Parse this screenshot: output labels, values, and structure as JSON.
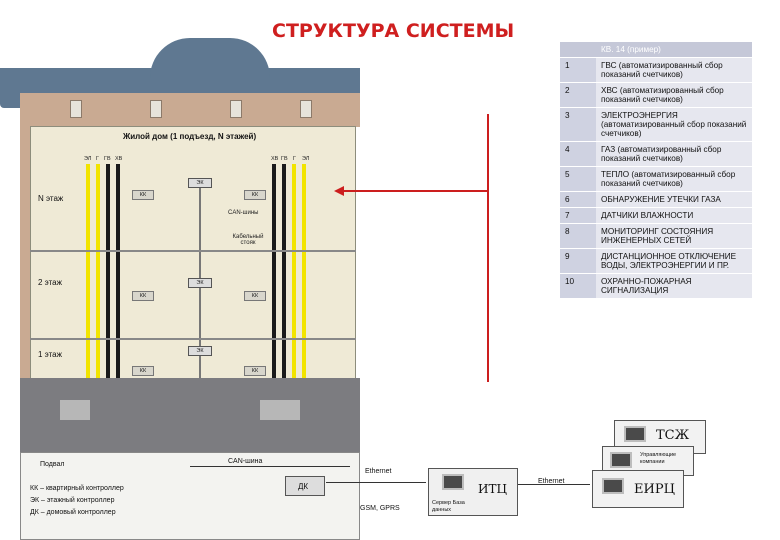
{
  "title": "СТРУКТУРА СИСТЕМЫ",
  "house": {
    "heading": "Жилой дом (1 подъезд, N этажей)",
    "floors": [
      "N этаж",
      "2 этаж",
      "1 этаж"
    ],
    "box_kk": "КК",
    "box_ek": "ЭК",
    "can_bus": "CAN-шины",
    "cable_riser": "Кабельный стояк",
    "riser_labels": [
      "ЭЛ",
      "Г",
      "ГВ",
      "ХВ"
    ],
    "entrance": "Подвал",
    "legend": [
      "КК – квартирный контроллер",
      "ЭК – этажный контроллер",
      "ДК – домовый контроллер"
    ]
  },
  "network": {
    "can_bus": "CAN-шина",
    "dk": "ДК",
    "ethernet_1": "Ethernet",
    "gsm": "GSM, GPRS",
    "itc": "ИТЦ",
    "server_caption": "Сервер База данных",
    "ethernet_2": "Ethernet",
    "tszh": "ТСЖ",
    "uk": "Управляющие компании",
    "eirc": "ЕИРЦ"
  },
  "table": {
    "header": "КВ. 14 (пример)",
    "rows": [
      {
        "num": "1",
        "text": "ГВС (автоматизированный сбор показаний счетчиков)"
      },
      {
        "num": "2",
        "text": "ХВС (автоматизированный сбор показаний счетчиков)"
      },
      {
        "num": "3",
        "text": "ЭЛЕКТРОЭНЕРГИЯ (автоматизированный сбор показаний счетчиков)"
      },
      {
        "num": "4",
        "text": "ГАЗ (автоматизированный сбор показаний счетчиков)"
      },
      {
        "num": "5",
        "text": "ТЕПЛО (автоматизированный сбор показаний счетчиков)"
      },
      {
        "num": "6",
        "text": "ОБНАРУЖЕНИЕ УТЕЧКИ ГАЗА"
      },
      {
        "num": "7",
        "text": "ДАТЧИКИ ВЛАЖНОСТИ"
      },
      {
        "num": "8",
        "text": "МОНИТОРИНГ СОСТОЯНИЯ ИНЖЕНЕРНЫХ СЕТЕЙ"
      },
      {
        "num": "9",
        "text": "ДИСТАНЦИОННОЕ ОТКЛЮЧЕНИЕ ВОДЫ, ЭЛЕКТРОЭНЕРГИИ И ПР."
      },
      {
        "num": "10",
        "text": "ОХРАННО-ПОЖАРНАЯ СИГНАЛИЗАЦИЯ"
      }
    ]
  },
  "colors": {
    "title": "#cf1f1f",
    "arrow": "#cc1e1e",
    "riser_yellow": "#f2e400",
    "riser_black": "#1a1a1a",
    "table_num": "#cfd2e1",
    "table_text": "#e6e7ef"
  }
}
